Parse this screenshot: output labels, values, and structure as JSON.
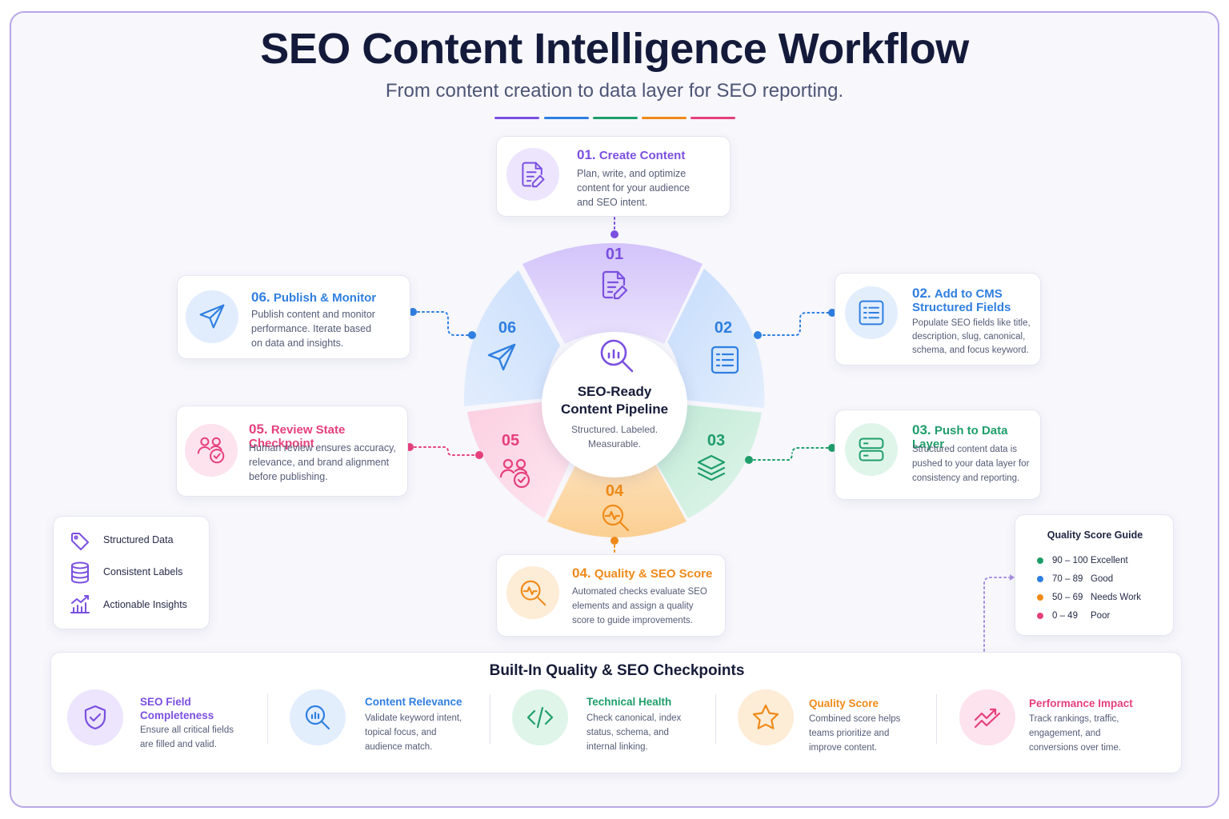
{
  "title": "SEO Content Intelligence Workflow",
  "subtitle": "From content creation to data layer for SEO reporting.",
  "colors": {
    "purple": "#7b4fe0",
    "blue": "#2f7fe0",
    "green": "#1e9e6a",
    "orange": "#ef8a19",
    "pink": "#e6407c"
  },
  "center": {
    "icon": "analytics-search-icon",
    "title_line1": "SEO-Ready",
    "title_line2": "Content Pipeline",
    "sub_line1": "Structured. Labeled.",
    "sub_line2": "Measurable."
  },
  "steps": [
    {
      "num": "01.",
      "wheel_num": "01",
      "title": "Create Content",
      "icon": "document-edit-icon",
      "desc": [
        "Plan, write, and optimize",
        "content for your audience",
        "and SEO intent."
      ]
    },
    {
      "num": "02.",
      "wheel_num": "02",
      "title_line1": "Add to CMS",
      "title_line2": "Structured Fields",
      "icon": "form-fields-icon",
      "desc": [
        "Populate SEO fields like title,",
        "description, slug, canonical,",
        "schema, and focus keyword."
      ]
    },
    {
      "num": "03.",
      "wheel_num": "03",
      "title": "Push to Data Layer",
      "icon": "database-layers-icon",
      "desc": [
        "Structured content data is",
        "pushed to your data layer for",
        "consistency and reporting."
      ]
    },
    {
      "num": "04.",
      "wheel_num": "04",
      "title": "Quality & SEO Score",
      "icon": "quality-search-icon",
      "desc": [
        "Automated checks evaluate SEO",
        "elements and assign a quality",
        "score to guide improvements."
      ]
    },
    {
      "num": "05.",
      "wheel_num": "05",
      "title": "Review State Checkpoint",
      "icon": "review-users-icon",
      "desc": [
        "Human review ensures accuracy,",
        "relevance, and brand alignment",
        "before publishing."
      ]
    },
    {
      "num": "06.",
      "wheel_num": "06",
      "title": "Publish & Monitor",
      "icon": "paper-plane-icon",
      "desc": [
        "Publish content and monitor",
        "performance. Iterate based",
        "on data and insights."
      ]
    }
  ],
  "legend": [
    {
      "label": "Structured Data",
      "icon": "tag-icon"
    },
    {
      "label": "Consistent Labels",
      "icon": "database-icon"
    },
    {
      "label": "Actionable Insights",
      "icon": "growth-chart-icon"
    }
  ],
  "quality_guide": {
    "title": "Quality Score Guide",
    "rows": [
      {
        "range": "90 – 100",
        "label": "Excellent",
        "color": "#1e9e6a"
      },
      {
        "range": "70 – 89",
        "label": "Good",
        "color": "#2f7fe0"
      },
      {
        "range": "50 – 69",
        "label": "Needs Work",
        "color": "#ef8a19"
      },
      {
        "range": "0 – 49",
        "label": "Poor",
        "color": "#e6407c"
      }
    ]
  },
  "checkpoints": {
    "title": "Built-In Quality & SEO Checkpoints",
    "items": [
      {
        "title_line1": "SEO Field",
        "title_line2": "Completeness",
        "icon": "shield-check-icon",
        "desc": [
          "Ensure all critical fields",
          "are filled and valid."
        ]
      },
      {
        "title_line1": "Content Relevance",
        "title_line2": "",
        "icon": "relevance-search-icon",
        "desc": [
          "Validate keyword intent,",
          "topical focus, and",
          "audience match."
        ]
      },
      {
        "title_line1": "Technical Health",
        "title_line2": "",
        "icon": "code-icon",
        "desc": [
          "Check canonical, index",
          "status, schema, and",
          "internal linking."
        ]
      },
      {
        "title_line1": "Quality Score",
        "title_line2": "",
        "icon": "star-icon",
        "desc": [
          "Combined score helps",
          "teams prioritize and",
          "improve content."
        ]
      },
      {
        "title_line1": "Performance Impact",
        "title_line2": "",
        "icon": "trend-line-icon",
        "desc": [
          "Track rankings, traffic,",
          "engagement, and",
          "conversions over time."
        ]
      }
    ]
  }
}
